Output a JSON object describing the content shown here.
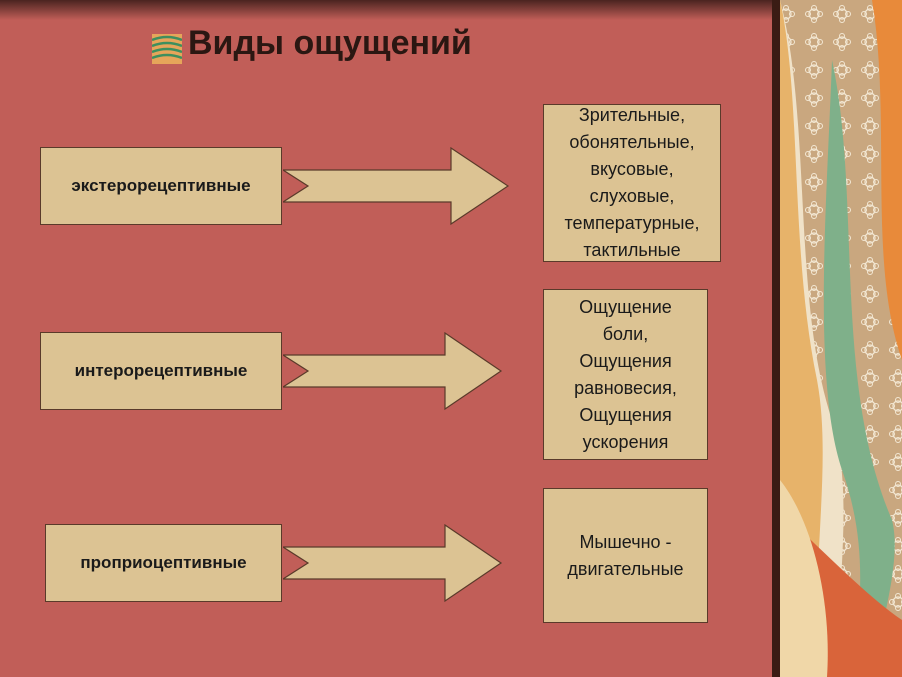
{
  "title": "Виды ощущений",
  "icons": {
    "title_bullet": "striped-square-bullet"
  },
  "colors": {
    "background": "#c15e58",
    "box_fill": "#dcc393",
    "box_border": "#5a3a2a",
    "title": "#2a1712"
  },
  "rows": [
    {
      "label": "экстерорецептивные",
      "description": [
        "Зрительные,",
        "обонятельные,",
        "вкусовые,",
        "слуховые,",
        "температурные,",
        "тактильные"
      ]
    },
    {
      "label": "интерорецептивные",
      "description": [
        "Ощущение",
        "боли,",
        "Ощущения",
        "равновесия,",
        "Ощущения",
        "ускорения"
      ]
    },
    {
      "label": "проприоцептивные",
      "description": [
        "Мышечно -",
        "двигательные"
      ]
    }
  ]
}
